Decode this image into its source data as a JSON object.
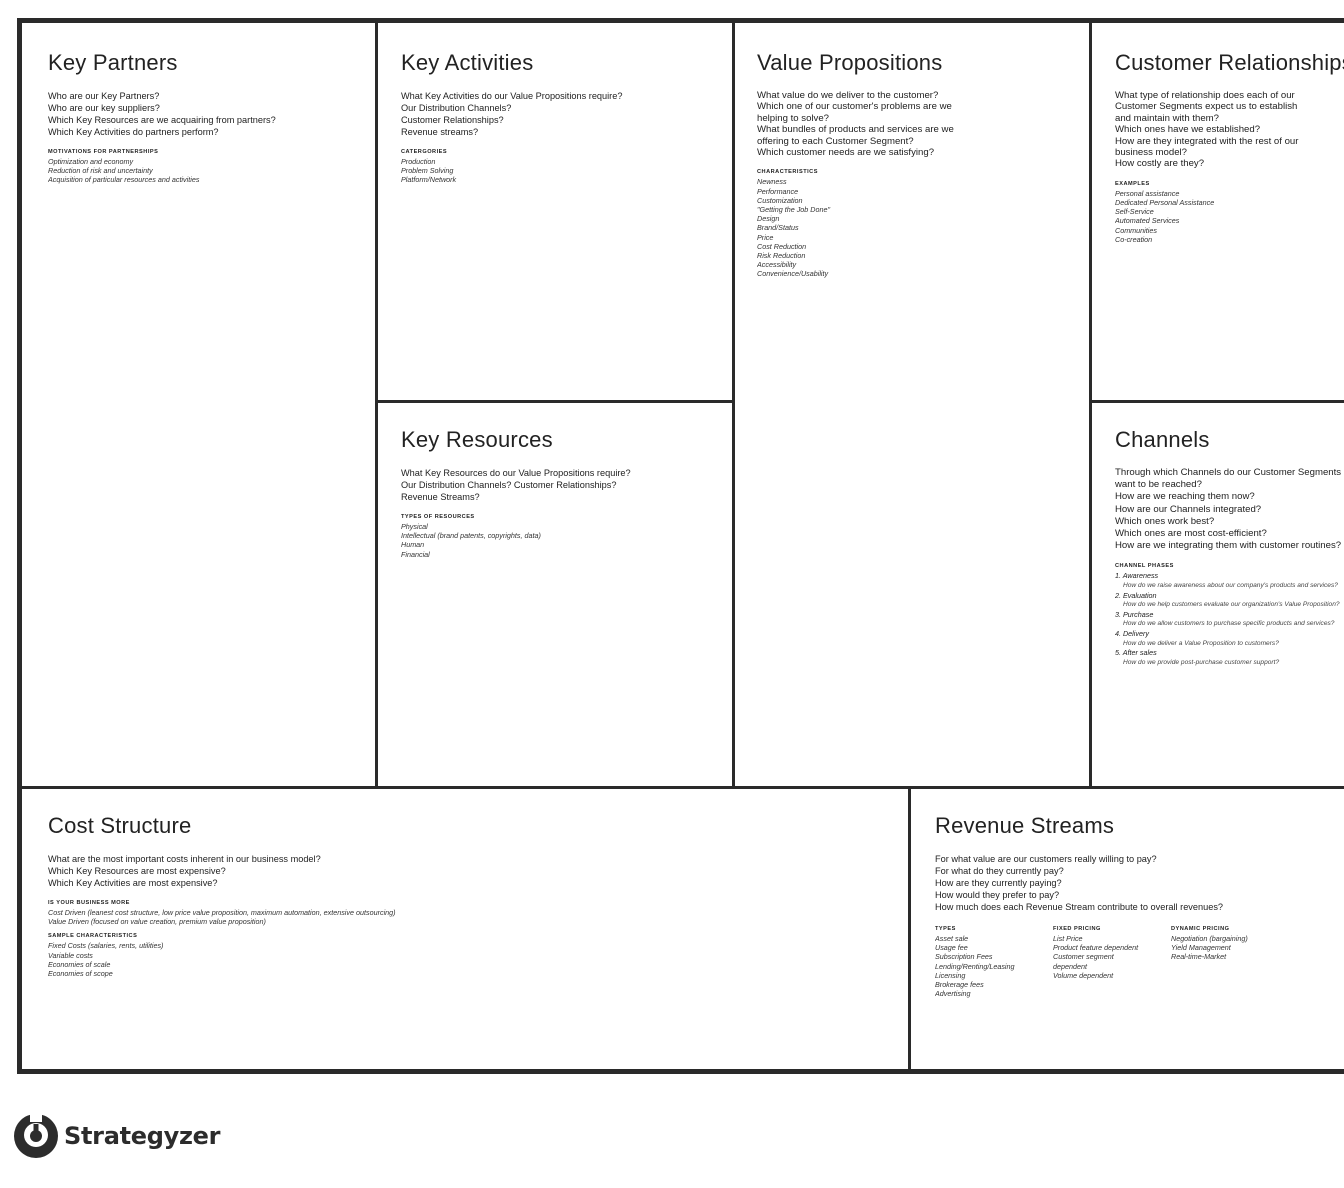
{
  "key_partners": {
    "title": "Key Partners",
    "questions": [
      "Who are our Key Partners?",
      "Who are our key suppliers?",
      "Which Key Resources are we acquairing from partners?",
      "Which Key Activities do partners perform?"
    ],
    "subheading": "MOTIVATIONS FOR PARTNERSHIPS",
    "items": [
      "Optimization and economy",
      "Reduction of risk and uncertainty",
      "Acquisition of particular resources and activities"
    ]
  },
  "key_activities": {
    "title": "Key Activities",
    "questions": [
      "What Key Activities do our Value Propositions require?",
      "Our Distribution Channels?",
      "Customer Relationships?",
      "Revenue streams?"
    ],
    "subheading": "CATERGORIES",
    "items": [
      "Production",
      "Problem Solving",
      "Platform/Network"
    ]
  },
  "key_resources": {
    "title": "Key Resources",
    "questions": [
      "What Key Resources do our Value Propositions require?",
      "Our Distribution Channels? Customer Relationships?",
      "Revenue Streams?"
    ],
    "subheading": "TYPES OF RESOURCES",
    "items": [
      "Physical",
      "Intellectual (brand patents, copyrights, data)",
      "Human",
      "Financial"
    ]
  },
  "value_propositions": {
    "title": "Value Propositions",
    "questions": [
      "What value do we deliver to the customer?",
      "Which one of our customer's problems are we",
      "helping to solve?",
      "What bundles of products and services are we",
      "offering to each Customer Segment?",
      "Which customer needs are we satisfying?"
    ],
    "subheading": "CHARACTERISTICS",
    "items": [
      "Newness",
      "Performance",
      "Customization",
      "\"Getting the Job Done\"",
      "Design",
      "Brand/Status",
      "Price",
      "Cost Reduction",
      "Risk Reduction",
      "Accessibility",
      "Convenience/Usability"
    ]
  },
  "customer_relationships": {
    "title": "Customer Relationships",
    "questions": [
      "What type of relationship does each of our",
      "Customer Segments expect us to establish",
      "and maintain with them?",
      "Which ones have we established?",
      "How are they integrated with the rest of our",
      "business model?",
      "How costly are they?"
    ],
    "subheading": "EXAMPLES",
    "items": [
      "Personal assistance",
      "Dedicated Personal Assistance",
      "Self-Service",
      "Automated Services",
      "Communities",
      "Co-creation"
    ]
  },
  "channels": {
    "title": "Channels",
    "questions": [
      "Through which Channels do our Customer Segments",
      "want to be reached?",
      "How are we reaching them now?",
      "How are our Channels integrated?",
      "Which ones work best?",
      "Which ones are most cost-efficient?",
      "How are we integrating them with customer routines?"
    ],
    "subheading": "CHANNEL PHASES",
    "phases": [
      {
        "label": "1. Awareness",
        "desc": "How do we raise awareness about our company's products and services?"
      },
      {
        "label": "2. Evaluation",
        "desc": "How do we help customers evaluate our organization's Value Proposition?"
      },
      {
        "label": "3. Purchase",
        "desc": "How do we allow customers to purchase specific products and services?"
      },
      {
        "label": "4. Delivery",
        "desc": "How do we deliver a Value Proposition to customers?"
      },
      {
        "label": "5. After sales",
        "desc": "How do we provide post-purchase customer support?"
      }
    ]
  },
  "cost_structure": {
    "title": "Cost Structure",
    "questions": [
      "What are the most important costs inherent in our business model?",
      "Which Key Resources are most expensive?",
      "Which Key Activities are most expensive?"
    ],
    "subheading_1": "IS YOUR BUSINESS MORE",
    "items_1": [
      "Cost Driven (leanest cost structure, low price value proposition, maximum automation, extensive outsourcing)",
      "Value Driven (focused on value creation, premium value proposition)"
    ],
    "subheading_2": "SAMPLE CHARACTERISTICS",
    "items_2": [
      "Fixed Costs (salaries, rents, utilities)",
      "Variable costs",
      "Economies of scale",
      "Economies of scope"
    ]
  },
  "revenue_streams": {
    "title": "Revenue Streams",
    "questions": [
      "For what value are our customers really willing to pay?",
      "For what do they currently pay?",
      "How are they currently paying?",
      "How would they prefer to pay?",
      "How much does each Revenue Stream contribute to overall revenues?"
    ],
    "columns": [
      {
        "heading": "TYPES",
        "items": [
          "Asset sale",
          "Usage fee",
          "Subscription Fees",
          "Lending/Renting/Leasing",
          "Licensing",
          "Brokerage fees",
          "Advertising"
        ]
      },
      {
        "heading": "FIXED PRICING",
        "items": [
          "List Price",
          "Product feature dependent",
          "Customer segment",
          "dependent",
          "Volume dependent"
        ]
      },
      {
        "heading": "DYNAMIC PRICING",
        "items": [
          "Negotiation (bargaining)",
          "Yield Management",
          "Real-time-Market"
        ]
      }
    ]
  },
  "logo": {
    "text": "Strategyzer",
    "icon": "strategyzer-logo-icon"
  }
}
